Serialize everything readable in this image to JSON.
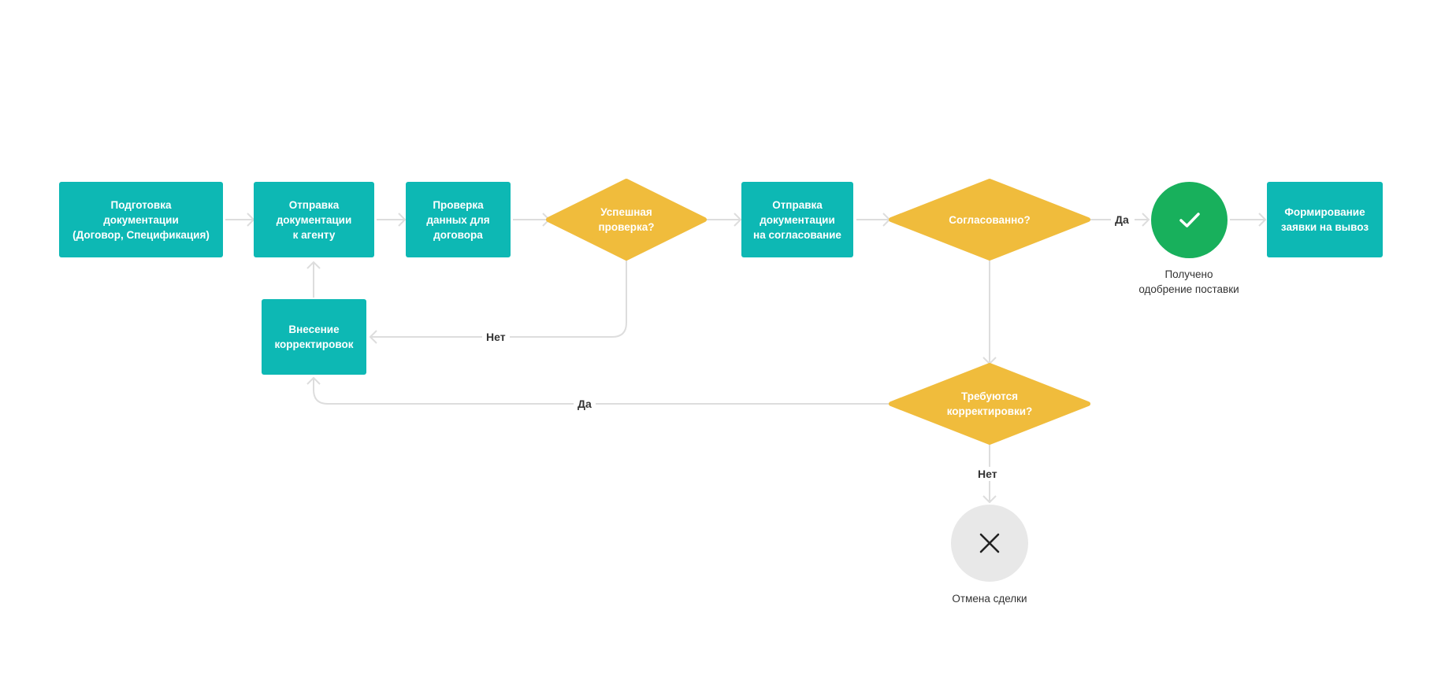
{
  "nodes": {
    "prep_docs": [
      "Подготовка",
      "документации",
      "(Договор, Спецификация)"
    ],
    "send_agent": [
      "Отправка",
      "документации",
      "к агенту"
    ],
    "check_data": [
      "Проверка",
      "данных для",
      "договора"
    ],
    "check_success": [
      "Успешная",
      "проверка?"
    ],
    "send_approval": [
      "Отправка",
      "документации",
      "на согласование"
    ],
    "approved": [
      "Согласованно?"
    ],
    "approval_received": [
      "Получено",
      "одобрение поставки"
    ],
    "export_request": [
      "Формирование",
      "заявки на вывоз"
    ],
    "corrections": [
      "Внесение",
      "корректировок"
    ],
    "need_corrections": [
      "Требуются",
      "корректировки?"
    ],
    "deal_cancel": [
      "Отмена сделки"
    ]
  },
  "edges": {
    "yes": "Да",
    "no": "Нет"
  },
  "colors": {
    "process": "#0db8b4",
    "decision": "#f0bc3c",
    "success": "#18b05c",
    "cancel": "#e8e8e8",
    "connector": "#dddddd"
  },
  "icons": {
    "success": "checkmark-icon",
    "cancel": "close-icon"
  }
}
